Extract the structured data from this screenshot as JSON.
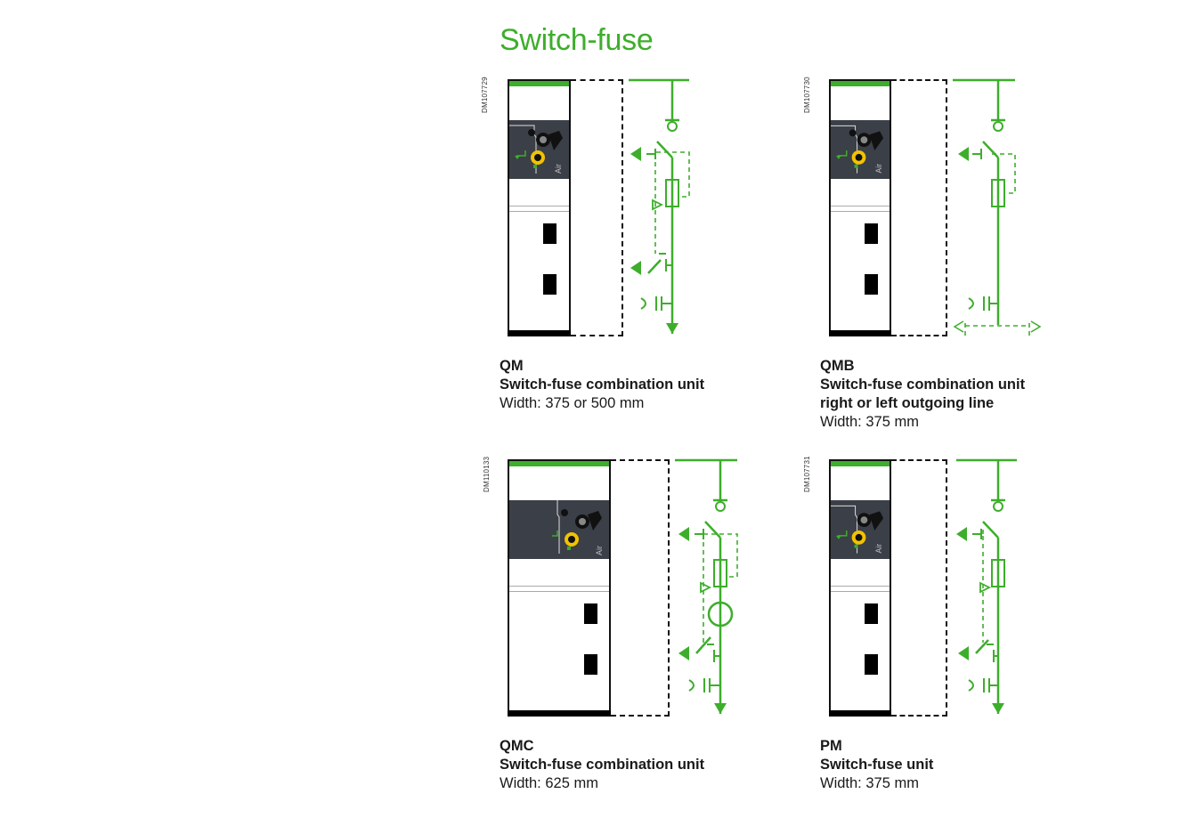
{
  "page": {
    "title": "Switch-fuse",
    "accent_color": "#3dae2b"
  },
  "units": [
    {
      "ref": "DM107729",
      "code": "QM",
      "name": "Switch-fuse combination unit",
      "name_line2": "",
      "width": "Width: 375 or 500 mm",
      "panel_label": "Air",
      "diagram": "switch-fuse-with-earthing-and-downstream-earth-switch"
    },
    {
      "ref": "DM107730",
      "code": "QMB",
      "name": "Switch-fuse combination unit",
      "name_line2": "right or left outgoing line",
      "width": "Width: 375 mm",
      "panel_label": "Air",
      "diagram": "switch-fuse-with-lateral-outgoing-line"
    },
    {
      "ref": "DM110133",
      "code": "QMC",
      "name": "Switch-fuse combination unit",
      "name_line2": "",
      "width": "Width: 625 mm",
      "panel_label": "Air",
      "diagram": "switch-fuse-with-current-transformer"
    },
    {
      "ref": "DM107731",
      "code": "PM",
      "name": "Switch-fuse unit",
      "name_line2": "",
      "width": "Width: 375 mm",
      "panel_label": "Air",
      "diagram": "switch-fuse-without-trip-link"
    }
  ]
}
